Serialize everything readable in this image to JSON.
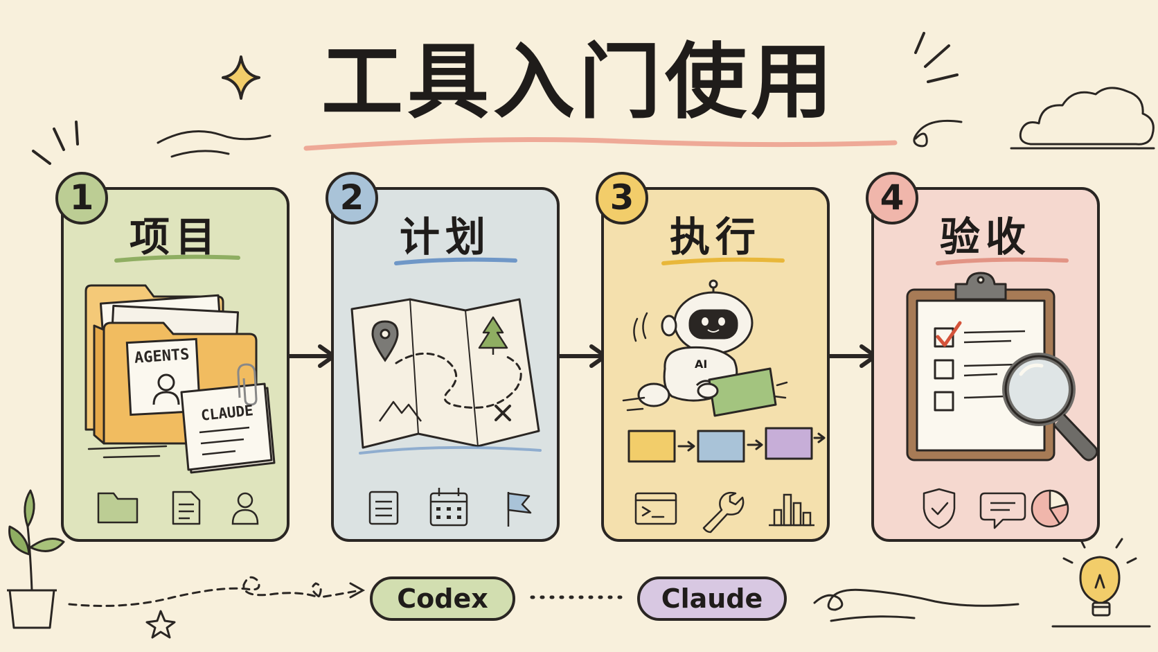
{
  "title": "工具入门使用",
  "steps": [
    {
      "number": "1",
      "label": "项目",
      "color": "#dfe4bd",
      "badge_color": "#bccd94",
      "accent": "#8fae62"
    },
    {
      "number": "2",
      "label": "计划",
      "color": "#dbe2e2",
      "badge_color": "#a9c3d8",
      "accent": "#6f97c7"
    },
    {
      "number": "3",
      "label": "执行",
      "color": "#f4e0ad",
      "badge_color": "#f2cd6a",
      "accent": "#e8b73a"
    },
    {
      "number": "4",
      "label": "验收",
      "color": "#f5d8cf",
      "badge_color": "#f0b6ab",
      "accent": "#e29485"
    }
  ],
  "project_card": {
    "folder_label": "AGENTS",
    "note_label": "CLAUDE"
  },
  "execute_card": {
    "robot_label": "AI"
  },
  "icons": {
    "project": [
      "folder-icon",
      "document-icon",
      "user-icon"
    ],
    "plan": [
      "list-icon",
      "calendar-icon",
      "flag-icon"
    ],
    "execute": [
      "terminal-icon",
      "wrench-icon",
      "bar-chart-icon"
    ],
    "review": [
      "shield-check-icon",
      "chat-icon",
      "pie-chart-icon"
    ]
  },
  "tools": [
    {
      "label": "Codex",
      "color": "#d2deb0"
    },
    {
      "label": "Claude",
      "color": "#d8c8e2"
    }
  ],
  "colors": {
    "ink": "#2a2623",
    "background": "#f8f0dc",
    "check_red": "#d4533a"
  }
}
